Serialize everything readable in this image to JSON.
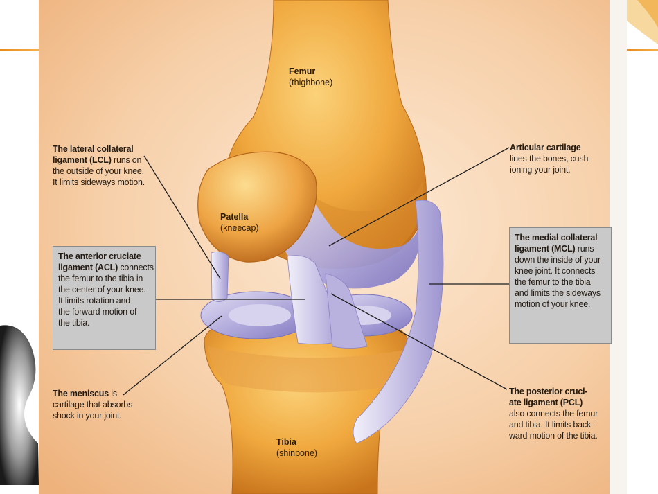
{
  "slide": {
    "accent_color": "#f0a030"
  },
  "bones": {
    "femur": {
      "name": "Femur",
      "sub": "(thighbone)"
    },
    "patella": {
      "name": "Patella",
      "sub": "(kneecap)"
    },
    "tibia": {
      "name": "Tibia",
      "sub": "(shinbone)"
    }
  },
  "callouts": {
    "lcl": {
      "bold": [
        "The lateral collateral",
        "ligament (LCL)"
      ],
      "lines": [
        " runs on",
        "the outside of your knee.",
        "It limits sideways motion."
      ]
    },
    "acl": {
      "bold": [
        "The anterior cruciate",
        "ligament (ACL)"
      ],
      "lines": [
        " connects",
        "the femur to the tibia in",
        "the center of your knee.",
        "It limits rotation and",
        "the forward motion of",
        "the tibia."
      ]
    },
    "meniscus": {
      "bold": [
        "The meniscus"
      ],
      "lines": [
        " is",
        "cartilage that absorbs",
        "shock in your joint."
      ]
    },
    "articular": {
      "bold": [
        "Articular cartilage"
      ],
      "lines": [
        "lines the bones, cush-",
        "ioning your joint."
      ]
    },
    "mcl": {
      "bold": [
        "The medial collateral",
        "ligament (MCL)"
      ],
      "lines": [
        " runs",
        "down the inside of your",
        "knee joint. It connects",
        "the femur to the tibia",
        "and limits the sideways",
        "motion of your knee."
      ]
    },
    "pcl": {
      "bold": [
        "The posterior cruci-",
        "ate ligament (PCL)"
      ],
      "lines": [
        "also connects the femur",
        "and tibia. It limits back-",
        "ward motion of the tibia."
      ]
    }
  }
}
